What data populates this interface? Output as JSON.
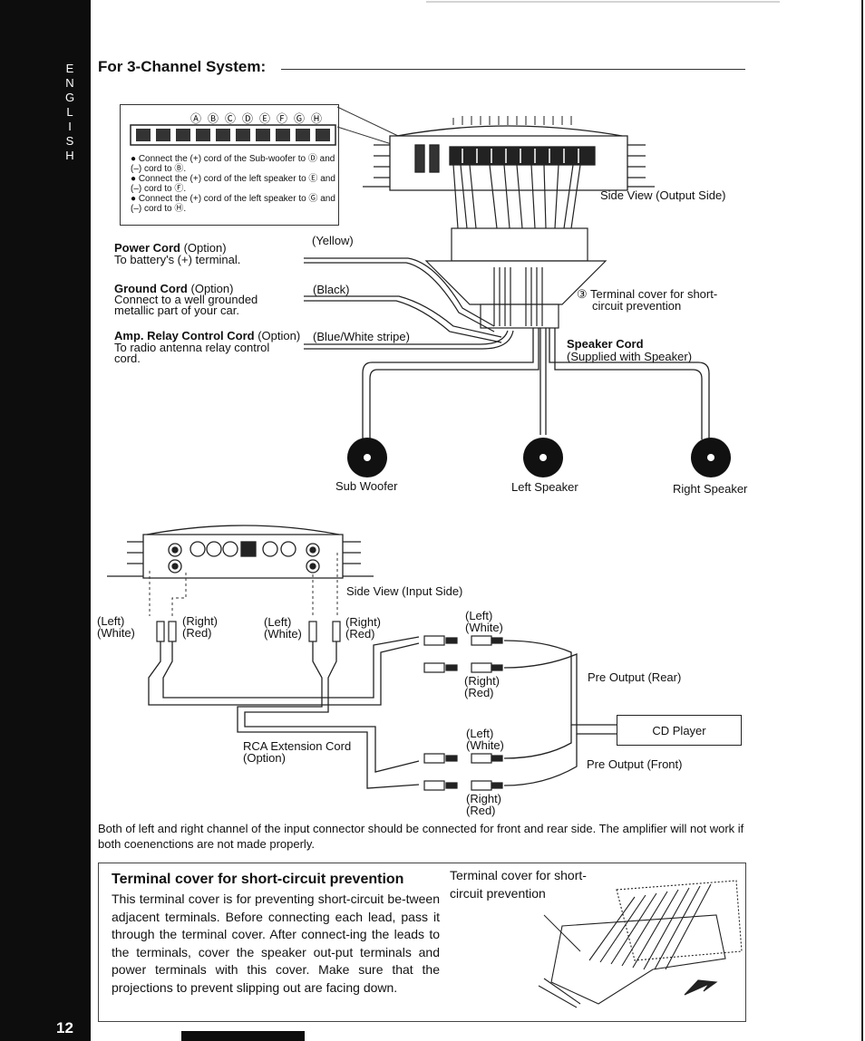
{
  "sidebar": {
    "letters": [
      "E",
      "N",
      "G",
      "L",
      "I",
      "S",
      "H"
    ],
    "page_number": "12"
  },
  "header": {
    "title": "For 3-Channel System:"
  },
  "callout": {
    "letters": "ⒶⒷⒸⒹⒺⒻⒼⒽ",
    "bullets": [
      "Connect the (+) cord of the Sub-woofer to Ⓓ and (–) cord to Ⓑ.",
      "Connect the (+) cord of the left speaker to Ⓔ and (–) cord to Ⓕ.",
      "Connect the (+) cord of the left speaker to Ⓖ and (–) cord to Ⓗ."
    ]
  },
  "labels": {
    "side_view_output": "Side View (Output Side)",
    "yellow": "(Yellow)",
    "black": "(Black)",
    "blue_white": "(Blue/White stripe)",
    "power_title": "Power Cord",
    "power_opt": " (Option)",
    "power_desc": "To battery's (+) terminal.",
    "ground_title": "Ground Cord",
    "ground_opt": " (Option)",
    "ground_desc1": "Connect to a well grounded",
    "ground_desc2": "metallic part of your car.",
    "relay_title": "Amp. Relay Control Cord",
    "relay_opt": " (Option)",
    "relay_desc1": "To radio antenna relay control",
    "relay_desc2": "cord.",
    "terminal_cover1": "③ Terminal cover for short-",
    "terminal_cover2": "circuit  prevention",
    "speaker_cord1": "Speaker Cord",
    "speaker_cord2": "(Supplied with Speaker)",
    "sub_woofer": "Sub Woofer",
    "left_speaker": "Left Speaker",
    "right_speaker": "Right Speaker",
    "side_view_input": "Side View (Input Side)",
    "left_white_1a": "(Left)",
    "left_white_1b": "(White)",
    "right_red_1a": "(Right)",
    "right_red_1b": "(Red)",
    "left_white_2a": "(Left)",
    "left_white_2b": "(White)",
    "right_red_2a": "(Right)",
    "right_red_2b": "(Red)",
    "rear_left_a": "(Left)",
    "rear_left_b": "(White)",
    "rear_right_a": "(Right)",
    "rear_right_b": "(Red)",
    "front_left_a": "(Left)",
    "front_left_b": "(White)",
    "front_right_a": "(Right)",
    "front_right_b": "(Red)",
    "pre_output_rear": "Pre Output (Rear)",
    "pre_output_front": "Pre Output (Front)",
    "cd_player": "CD Player",
    "rca1": "RCA Extension Cord",
    "rca2": "(Option)"
  },
  "note": "Both of left and right channel of the input connector should be connected for front and rear side.  The amplifier will not work if both coenenctions are not made properly.",
  "terminal_cover": {
    "title": "Terminal cover for short-circuit prevention",
    "body": "This terminal cover is for preventing short-circuit be-tween adjacent terminals. Before connecting each lead, pass it through the terminal cover. After connect-ing the leads to the terminals, cover the speaker out-put terminals and power terminals with this cover. Make sure that the projections to prevent slipping out are facing down.",
    "label": "Terminal cover for short-circuit prevention"
  }
}
